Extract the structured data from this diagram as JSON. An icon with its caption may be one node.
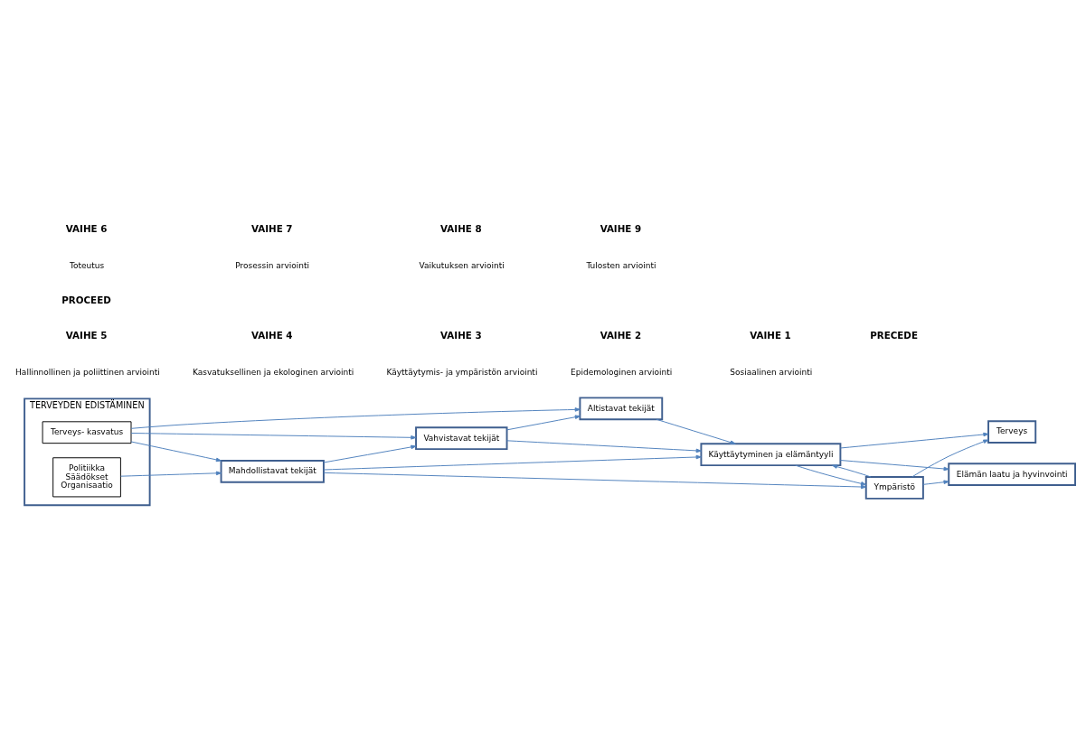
{
  "diagram": {
    "nodes": [
      {
        "text": [
          "TERVEYDEN EDISTÄMINEN"
        ]
      },
      {
        "text": [
          "Terveys- kasvatus"
        ],
        "in": 0
      },
      {
        "text": [
          "Politiikka",
          "Säädökset",
          "Organisaatio"
        ],
        "in": 0
      },
      {
        "text": [
          "Altistavat tekijät"
        ]
      },
      {
        "text": [
          "Vahvistavat tekijät"
        ]
      },
      {
        "text": [
          "Mahdollistavat tekijät"
        ]
      },
      {
        "text": [
          "Käyttäytyminen ja elämäntyyli"
        ]
      },
      {
        "text": [
          "Ympäristö"
        ]
      },
      {
        "text": [
          "Terveys"
        ]
      },
      {
        "text": [
          "Elämän laatu ja hyvinvointi"
        ]
      }
    ],
    "edges": [
      {
        "from": 1,
        "to": 3,
        "arrow": "to"
      },
      {
        "from": 1,
        "to": 4,
        "arrow": "to"
      },
      {
        "from": 1,
        "to": 5,
        "arrow": "to"
      },
      {
        "from": 2,
        "to": 5,
        "arrow": "to"
      },
      {
        "from": 4,
        "to": 3,
        "arrow": "to"
      },
      {
        "from": 5,
        "to": 4,
        "arrow": "to"
      },
      {
        "from": 3,
        "to": 6,
        "arrow": "to"
      },
      {
        "from": 4,
        "to": 6,
        "arrow": "to"
      },
      {
        "from": 5,
        "to": 6,
        "arrow": "to"
      },
      {
        "from": 5,
        "to": 7,
        "arrow": "to"
      },
      {
        "from": 7,
        "to": 6,
        "arrow": "to"
      },
      {
        "from": 6,
        "to": 7,
        "arrow": "to"
      },
      {
        "from": 6,
        "to": 9,
        "arrow": "to"
      },
      {
        "from": 6,
        "to": 8,
        "arrow": "to"
      },
      {
        "from": 7,
        "to": 8,
        "arrow": "to"
      },
      {
        "from": 7,
        "to": 9,
        "arrow": "to"
      }
    ],
    "labels": [
      "VAIHE 5",
      "Hallinnollinen ja poliittinen arviointi",
      "VAIHE 4",
      "Kasvatuksellinen ja ekologinen arviointi",
      "VAIHE 3",
      "Käyttäytymis- ja ympäristön arviointi",
      "VAIHE 2",
      "Epidemologinen arviointi",
      "VAIHE 1",
      "Sosiaalinen arviointi",
      "PRECEDE",
      "VAIHE 6",
      "Toteutus",
      "PROCEED",
      "VAIHE 7",
      "Prosessin arviointi",
      "VAIHE 8",
      "Vaikutuksen arviointi",
      "VAIHE 9",
      "Tulosten arviointi"
    ]
  }
}
